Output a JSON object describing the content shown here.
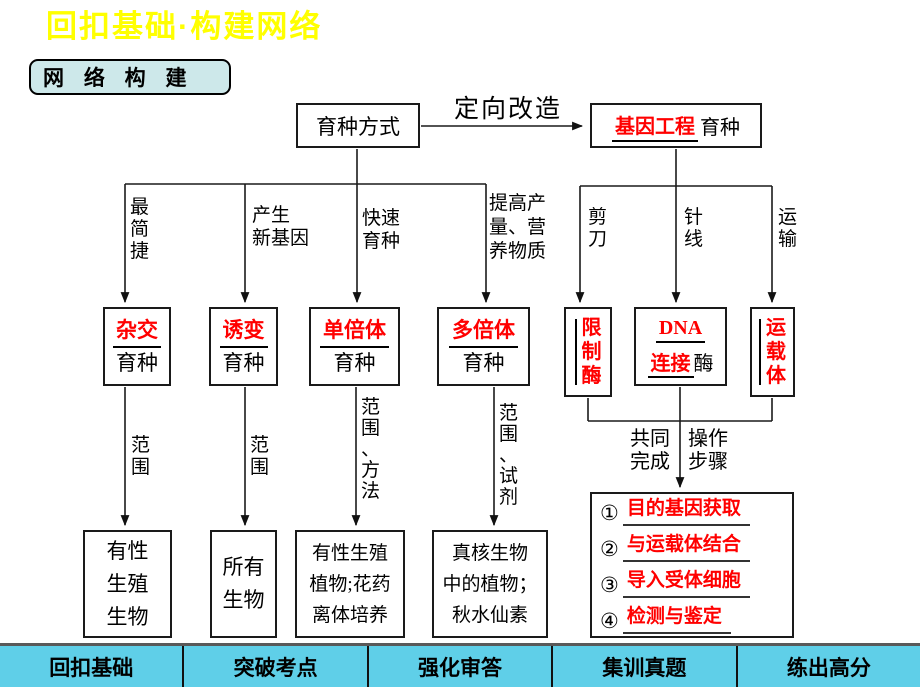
{
  "title": "回扣基础·构建网络",
  "badge": "网 络 构 建",
  "colors": {
    "title_yellow": "#ffff00",
    "accent_red": "#ff0000",
    "badge_bg": "#cde8ea",
    "nav_bg": "#5fcfe8"
  },
  "flow": {
    "root_box": "育种方式",
    "top_arrow_label": "定向改造",
    "gene_box": {
      "red": "基因工程",
      "black": "育种"
    },
    "left_branch_labels": {
      "b1": "最\n简\n捷",
      "b2": "产生\n新基因",
      "b3": "快速\n育种",
      "b4": "提高产\n量、营\n养物质"
    },
    "right_branch_labels": {
      "b1": "剪\n刀",
      "b2": "针\n线",
      "b3": "运\n输"
    },
    "method_boxes": {
      "hybrid": {
        "red": "杂交",
        "black": "育种"
      },
      "mutation": {
        "red": "诱变",
        "black": "育种"
      },
      "haploid": {
        "red": "单倍体",
        "black": "育种"
      },
      "polyploid": {
        "red": "多倍体",
        "black": "育种"
      }
    },
    "tool_boxes": {
      "restriction_enzyme": "限\n制\n酶",
      "dna_ligase": {
        "line1": "DNA",
        "line2_red": "连接",
        "line2_black": "酶"
      },
      "vector": "运\n载\n体"
    },
    "mid_labels": {
      "scope1": "范\n围",
      "scope2": "范\n围",
      "scope3": "范\n围\n、\n方\n法",
      "scope4": "范\n围\n、\n试\n剂",
      "together": "共同\n完成",
      "operate": "操作\n步骤"
    },
    "result_boxes": {
      "r1": "有性\n生殖\n生物",
      "r2": "所有\n生物",
      "r3": "有性生殖\n植物;花药\n离体培养",
      "r4": "真核生物\n中的植物；\n秋水仙素"
    },
    "steps": [
      {
        "num": "①",
        "text": "目的基因获取"
      },
      {
        "num": "②",
        "text": "与运载体结合"
      },
      {
        "num": "③",
        "text": "导入受体细胞"
      },
      {
        "num": "④",
        "text": "检测与鉴定"
      }
    ]
  },
  "nav": [
    "回扣基础",
    "突破考点",
    "强化审答",
    "集训真题",
    "练出高分"
  ]
}
